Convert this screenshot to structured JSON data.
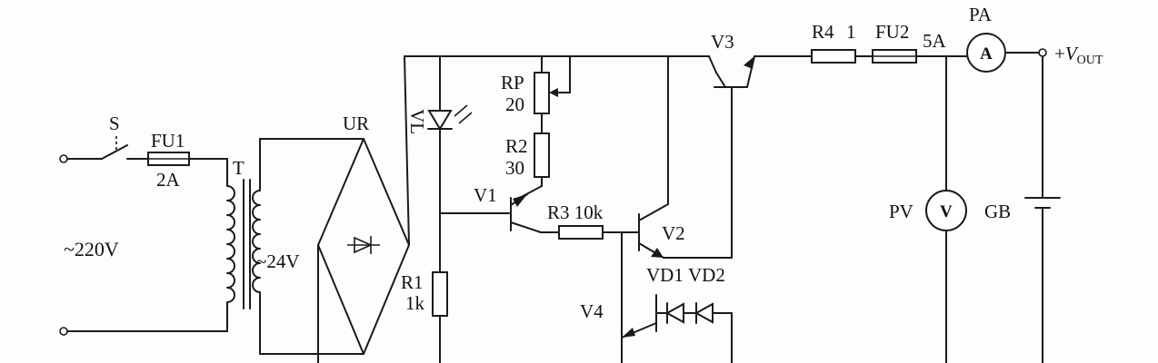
{
  "labels": {
    "switch": "S",
    "fuse1": "FU1",
    "fuse1_rating": "2A",
    "transformer": "T",
    "mains": "~220V",
    "secondary": "~24V",
    "bridge": "UR",
    "led": "VL",
    "rp": "RP",
    "rp_value": "20",
    "r2": "R2",
    "r2_value": "30",
    "v1": "V1",
    "r3": "R3 10k",
    "v2": "V2",
    "r1": "R1",
    "r1_value": "1k",
    "v3": "V3",
    "v4": "V4",
    "vd1": "VD1",
    "vd2": "VD2",
    "r4": "R4",
    "r4_value": "1",
    "fuse2": "FU2",
    "fuse2_rating": "5A",
    "ammeter_name": "PA",
    "ammeter_symbol": "A",
    "voltmeter_name": "PV",
    "voltmeter_symbol": "V",
    "battery": "GB",
    "vout_prefix": "+",
    "vout_v": "V",
    "vout_sub": "OUT"
  }
}
